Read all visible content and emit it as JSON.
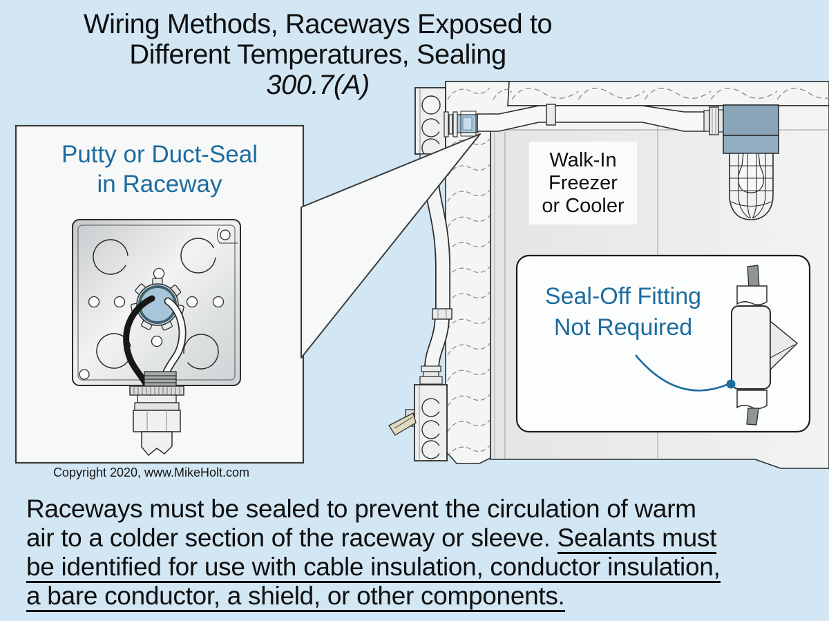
{
  "title": {
    "line1": "Wiring Methods, Raceways Exposed to",
    "line2": "Different Temperatures, Sealing",
    "code": "300.7(A)"
  },
  "putty_callout": {
    "line1": "Putty or Duct-Seal",
    "line2": "in Raceway"
  },
  "freezer_label": {
    "line1": "Walk-In",
    "line2": "Freezer",
    "line3": "or Cooler"
  },
  "seal_callout": {
    "line1": "Seal-Off Fitting",
    "line2": "Not Required"
  },
  "copyright": "Copyright 2020, www.MikeHolt.com",
  "body_text": {
    "line1": "Raceways must be sealed to prevent the circulation of warm",
    "line2_normal": "air to a colder section of the raceway or sleeve. ",
    "line2_underline": "Sealants must",
    "line3": "be identified for use with cable insulation, conductor insulation,",
    "line4": "a bare conductor, a shield, or other components."
  },
  "colors": {
    "background": "#d2e6f3",
    "box_background": "#f7f8f8",
    "accent_blue": "#1d6c9e",
    "line_color": "#2b2b2b",
    "putty_blue": "#a7c6d9",
    "fixture_blue": "#8aa5b8",
    "text_black": "#101010"
  }
}
